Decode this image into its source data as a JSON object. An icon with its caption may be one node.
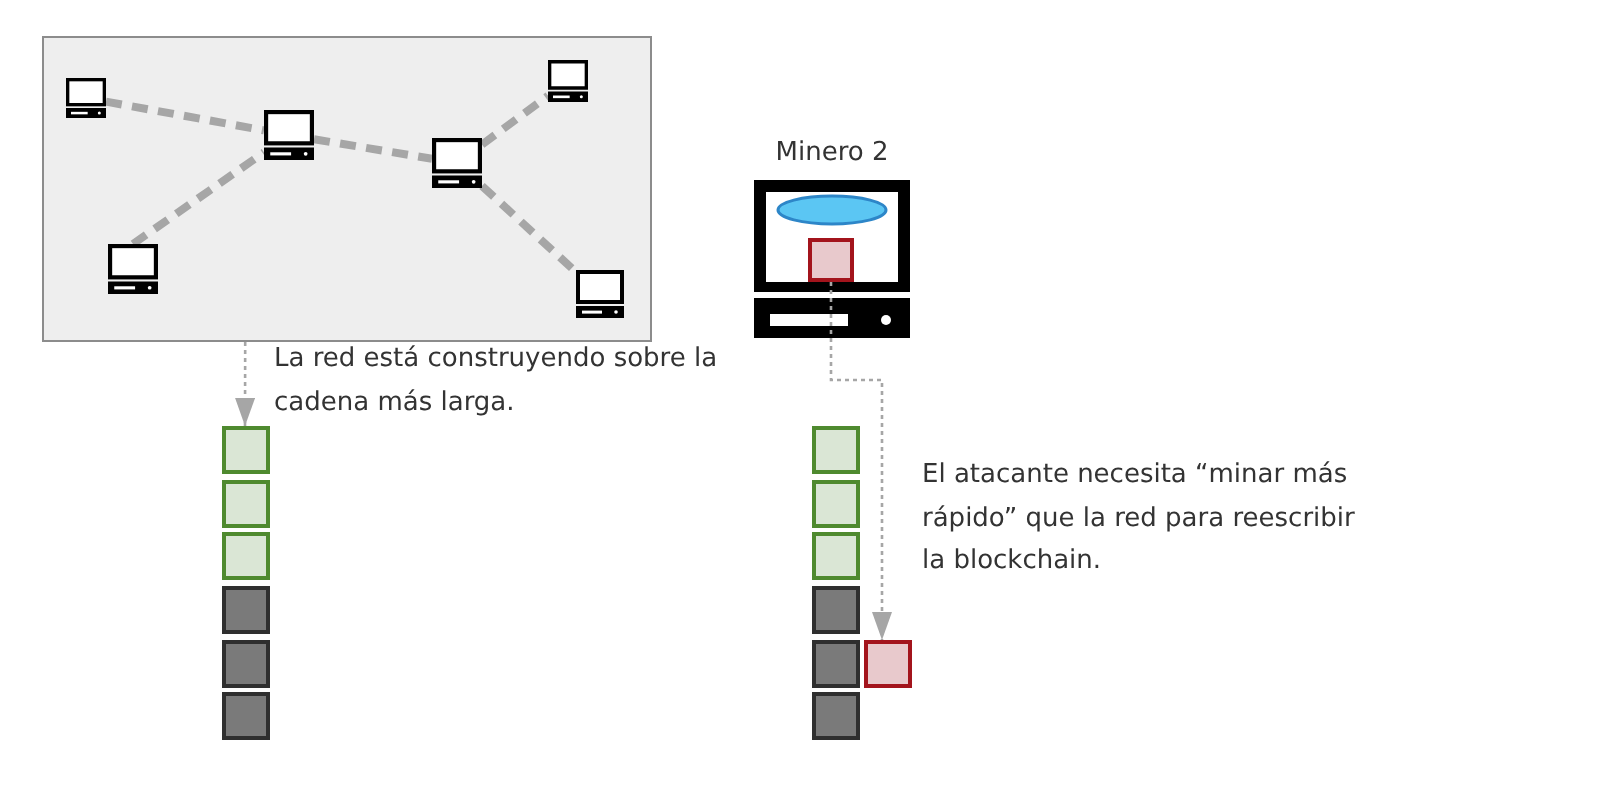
{
  "diagram": {
    "nodes": [
      {
        "text": [],
        "shape": "box"
      },
      {
        "text": [],
        "shape": "computer",
        "in": 0
      },
      {
        "text": [],
        "shape": "computer",
        "in": 0
      },
      {
        "text": [],
        "shape": "computer",
        "in": 0
      },
      {
        "text": [],
        "shape": "computer",
        "in": 0
      },
      {
        "text": [],
        "shape": "computer",
        "in": 0
      },
      {
        "text": [],
        "shape": "computer",
        "in": 0
      },
      {
        "text": [
          "Minero 2"
        ]
      },
      {
        "text": [],
        "shape": "box",
        "in": 7
      },
      {
        "text": [],
        "shape": "box"
      },
      {
        "text": [],
        "shape": "box"
      },
      {
        "text": [],
        "shape": "box"
      },
      {
        "text": [],
        "shape": "box"
      },
      {
        "text": [],
        "shape": "box"
      },
      {
        "text": [],
        "shape": "box"
      },
      {
        "text": [],
        "shape": "box"
      },
      {
        "text": [],
        "shape": "box"
      },
      {
        "text": [],
        "shape": "box"
      },
      {
        "text": [],
        "shape": "box"
      },
      {
        "text": [],
        "shape": "box"
      },
      {
        "text": [],
        "shape": "box"
      },
      {
        "text": [],
        "shape": "box"
      }
    ],
    "edges": [
      {
        "from": 1,
        "to": 3,
        "arrow": "none",
        "style": "dashed"
      },
      {
        "from": 3,
        "to": 4,
        "arrow": "none",
        "style": "dashed"
      },
      {
        "from": 4,
        "to": 2,
        "arrow": "none",
        "style": "dashed"
      },
      {
        "from": 5,
        "to": 3,
        "arrow": "none",
        "style": "dashed"
      },
      {
        "from": 4,
        "to": 6,
        "arrow": "none",
        "style": "dashed"
      },
      {
        "from": 0,
        "to": 9,
        "arrow": "to",
        "style": "dashed"
      },
      {
        "from": 8,
        "to": 21,
        "arrow": "to",
        "style": "dashed"
      }
    ],
    "labels": [
      "La red está construyendo sobre la cadena más larga.",
      "El atacante necesita “minar más rápido” que la red para reescribir la blockchain."
    ]
  }
}
